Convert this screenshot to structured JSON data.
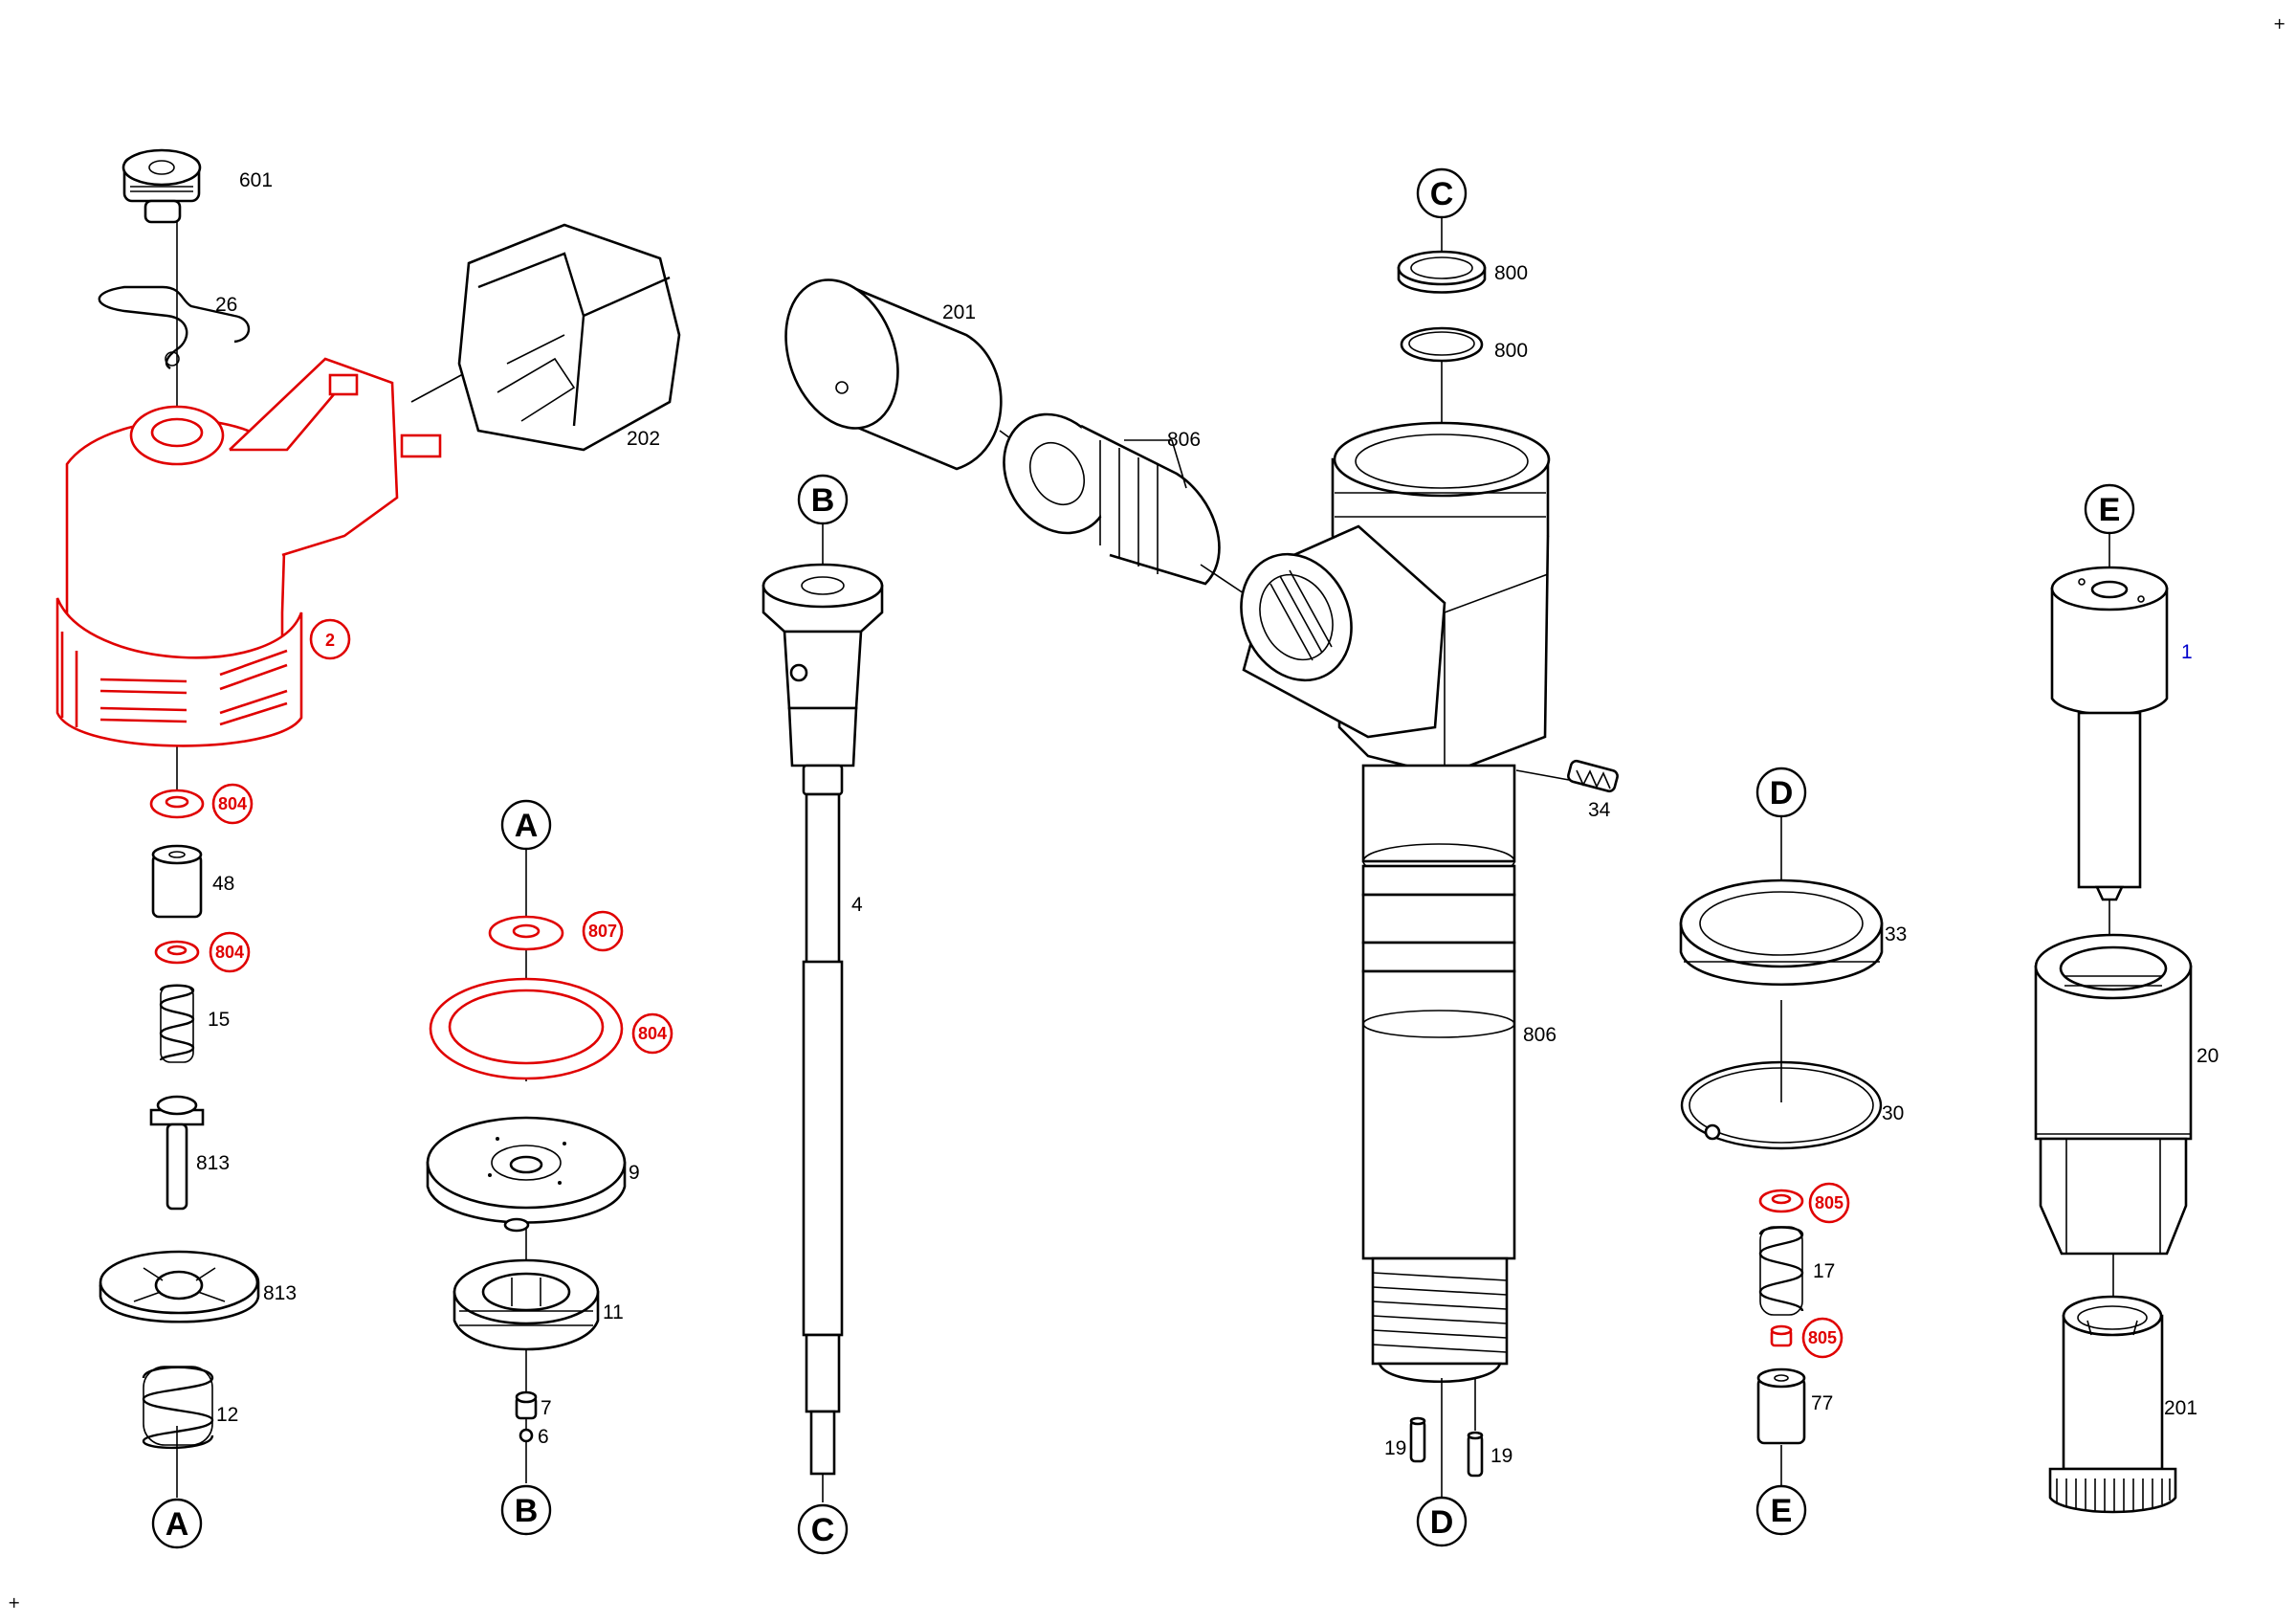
{
  "corner_marks": {
    "top_right": "+",
    "bottom_left": "+"
  },
  "refs": {
    "A": "A",
    "B": "B",
    "C": "C",
    "D": "D",
    "E": "E"
  },
  "labels": {
    "p601": "601",
    "p26": "26",
    "p2": "2",
    "p202": "202",
    "p804a": "804",
    "p48": "48",
    "p804b": "804",
    "p15": "15",
    "p813a": "813",
    "p813b": "813",
    "p12": "12",
    "p807": "807",
    "p804c": "804",
    "p9": "9",
    "p11": "11",
    "p7": "7",
    "p6": "6",
    "p201a": "201",
    "p806a": "806",
    "p4": "4",
    "p800a": "800",
    "p800b": "800",
    "p34": "34",
    "p806b": "806",
    "p19a": "19",
    "p19b": "19",
    "p33": "33",
    "p30": "30",
    "p805a": "805",
    "p17": "17",
    "p805b": "805",
    "p77": "77",
    "p1": "1",
    "p20": "20",
    "p201b": "201"
  },
  "colors": {
    "highlight": "#e00000",
    "line": "#000000",
    "link_label": "#0000cc"
  }
}
